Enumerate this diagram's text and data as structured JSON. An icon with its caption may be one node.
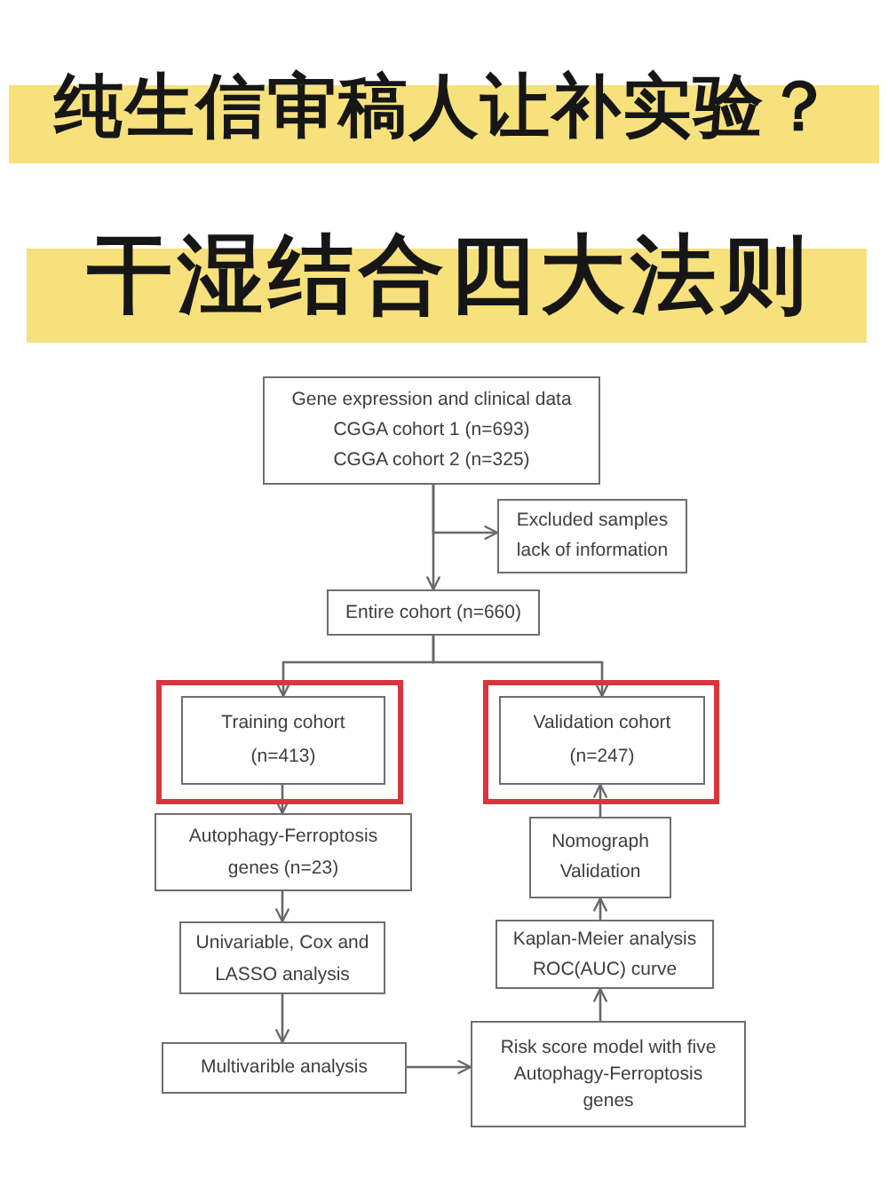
{
  "diagram": {
    "title": "纯生信审稿人让补实验？",
    "nodes": [
      {
        "text": [
          "Gene expression and clinical data",
          "CGGA cohort 1 (n=693)",
          "CGGA cohort 2 (n=325)"
        ]
      },
      {
        "text": [
          "Excluded samples lack of information"
        ]
      },
      {
        "text": [
          "Entire cohort (n=660)"
        ]
      },
      {
        "text": [],
        "shape": "box"
      },
      {
        "text": [
          "Training cohort (n=413)"
        ],
        "in": 3
      },
      {
        "text": [],
        "shape": "box"
      },
      {
        "text": [
          "Validation cohort (n=247)"
        ],
        "in": 5
      },
      {
        "text": [
          "Autophagy-Ferroptosis genes (n=23)"
        ]
      },
      {
        "text": [
          "Nomograph Validation"
        ]
      },
      {
        "text": [
          "Univariable, Cox and LASSO analysis"
        ]
      },
      {
        "text": [
          "Kaplan-Meier analysis ROC(AUC) curve"
        ]
      },
      {
        "text": [
          "Multivarible analysis"
        ]
      },
      {
        "text": [
          "Risk score model with five Autophagy-Ferroptosis genes"
        ]
      }
    ],
    "edges": [
      {
        "from": 0,
        "to": 1,
        "arrow": "to"
      },
      {
        "from": 0,
        "to": 2,
        "arrow": "to"
      },
      {
        "from": 2,
        "to": 4,
        "arrow": "to"
      },
      {
        "from": 2,
        "to": 6,
        "arrow": "to"
      },
      {
        "from": 4,
        "to": 7,
        "arrow": "to"
      },
      {
        "from": 7,
        "to": 9,
        "arrow": "to"
      },
      {
        "from": 9,
        "to": 11,
        "arrow": "to"
      },
      {
        "from": 11,
        "to": 12,
        "arrow": "to"
      },
      {
        "from": 12,
        "to": 10,
        "arrow": "to"
      },
      {
        "from": 10,
        "to": 8,
        "arrow": "to"
      },
      {
        "from": 8,
        "to": 6,
        "arrow": "to"
      }
    ],
    "labels": [
      "干湿结合四大法则"
    ]
  }
}
